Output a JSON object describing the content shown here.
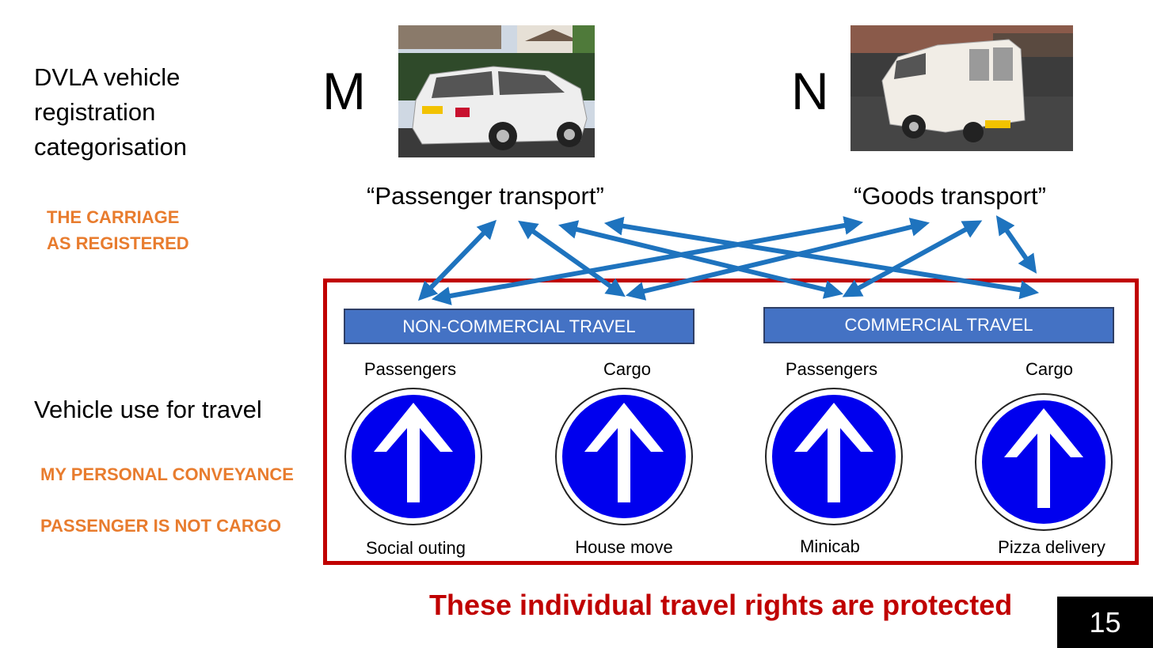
{
  "left_panel": {
    "registration_heading": "DVLA vehicle registration categorisation",
    "carriage_note_line1": "THE CARRIAGE",
    "carriage_note_line2": "AS REGISTERED",
    "use_heading": "Vehicle use for travel",
    "note_personal": "MY PERSONAL CONVEYANCE",
    "note_passenger": "PASSENGER IS NOT CARGO"
  },
  "categories": {
    "m": {
      "letter": "M",
      "label": "“Passenger transport”"
    },
    "n": {
      "letter": "N",
      "label": "“Goods transport”"
    }
  },
  "travel_types": {
    "non_commercial": "NON-COMMERCIAL TRAVEL",
    "commercial": "COMMERCIAL TRAVEL"
  },
  "columns": [
    {
      "header": "Passengers",
      "example": "Social outing"
    },
    {
      "header": "Cargo",
      "example": "House move"
    },
    {
      "header": "Passengers",
      "example": "Minicab"
    },
    {
      "header": "Cargo",
      "example": "Pizza delivery"
    }
  ],
  "footer": {
    "statement": "These individual travel rights are protected",
    "page_number": "15"
  },
  "colors": {
    "accent_orange": "#e87c2e",
    "frame_red": "#c00000",
    "bar_blue": "#4472c4",
    "arrow_blue": "#1e73be",
    "sign_blue": "#0000ee"
  },
  "icons": {
    "sign": "ahead-only-sign-icon",
    "connector": "double-headed-arrow-icon"
  }
}
